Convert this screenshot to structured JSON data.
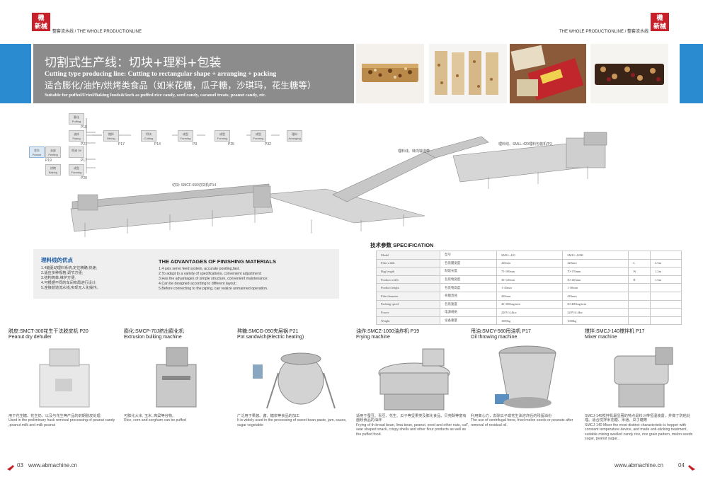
{
  "header": {
    "logo_text": "機械\n新",
    "left_title": "整套流水线 / THE WHOLE PRODUCTIONLINE",
    "right_title": "THE WHOLE PRODUCTIONLINE / 整套流水线"
  },
  "banner": {
    "title_cn": "切割式生产线：切块+理料+包装",
    "title_en": "Cutting type producing line:  Cutting to rectangular shape + arranging + packing",
    "sub_cn": "适合膨化/油炸/烘烤类食品（如米花糖，瓜子糖，沙琪玛，花生糖等）",
    "sub_en": "Suitable for puffed/Fried/Baking foods&Such as puffed rice candy, seed candy, caramel treats, peanut candy, etc."
  },
  "flow": {
    "row1": [
      {
        "name": "膨化 Puffing",
        "code": "P18"
      },
      {
        "name": "搅拌 Mixing",
        "code": "P17"
      },
      {
        "name": "切块 Cutting",
        "code": "P14"
      },
      {
        "name": "成型 Forming",
        "code": "P3"
      },
      {
        "name": "成型 Forming",
        "code": "P25"
      },
      {
        "name": "成型 Forming",
        "code": "P32"
      },
      {
        "name": "理料 Arranging",
        "code": ""
      }
    ],
    "row2": [
      {
        "name": "油炸 Frying",
        "code": "P21"
      },
      {
        "name": "甩油 Oil",
        "code": "P17"
      }
    ],
    "row3": [
      {
        "name": "去皮 Peeling",
        "code": "P19"
      },
      {
        "name": "烘烤 Baking",
        "code": "P20"
      }
    ],
    "left_box": {
      "name": "花生 Peanut",
      "code": "P19"
    },
    "label_cutter": "切块: SMCF-650切块机/P14",
    "label_arranger": "理料线、转向输送带",
    "label_packer": "理料线、SMLL-420理料包装机/P3"
  },
  "advantages": {
    "cn_title": "理料线的优点",
    "cn_items": [
      "1.4轴驱动理料系统,定位精确,快速;",
      "2.适应多种规格,调节方便;",
      "3.结构简单,维护方便;",
      "4.可根据不同的车间布局进行设计;",
      "5.连接前道流水线,实现无人化操作。"
    ],
    "en_title": "THE ADVANTAGES OF FINISHING MATERIALS",
    "en_items": [
      "1.4 axis servo feed system, accurate positing,fast.",
      "2.To adapt to a variety of specifications, convenient adjustment;",
      "3.Has the advantages of simple structure, convenient maintenance;",
      "4.Can be designed according to different layout;",
      "5.Before connecting to the piping, can realize unmanned operation."
    ]
  },
  "spec": {
    "title": "技术参数 SPECIFICATION",
    "rows": [
      [
        "Model",
        "型号",
        "SMLL-420",
        "SMLL-420K",
        "",
        ""
      ],
      [
        "Film width",
        "包装膜宽度",
        "420mm",
        "420mm",
        "L",
        "4.5m"
      ],
      [
        "Bag length",
        "制袋长度",
        "75-190mm",
        "70-170mm",
        "W",
        "1.2m"
      ],
      [
        "Product width",
        "包装物宽度",
        "30-140mm",
        "30-140mm",
        "H",
        "1.5m"
      ],
      [
        "Product height",
        "包装物高度",
        "1-45mm",
        "1-30mm",
        "",
        ""
      ],
      [
        "Film diameter",
        "卷膜直径",
        "420mm",
        "420mm",
        "",
        ""
      ],
      [
        "Packing speed",
        "包装速度",
        "40-300bag/min",
        "30-400bag/min",
        "",
        ""
      ],
      [
        "Power",
        "电源规格",
        "220V/4.4kw",
        "220V/4.4kw",
        "",
        ""
      ],
      [
        "Weight",
        "设备重量",
        "1000kg",
        "1000kg",
        "",
        ""
      ]
    ]
  },
  "machines": [
    {
      "title_cn": "脱皮:SMCT-300花生干法脱皮机 P20",
      "title_en": "Peanut dry dehuller",
      "desc_cn": "用于花生糖、花生奶、以及与花生等产品的前期脱皮处理",
      "desc_en": "Used in the preliminary husk removal processing of peanut candy ,peanut milk and milk peanut"
    },
    {
      "title_cn": "膨化:SMCP-70J挤出膨化机",
      "title_en": "Extrusion bulking machine",
      "desc_cn": "可膨化大米, 玉米, 高粱等谷物。",
      "desc_en": "Rice, corn and sorghum can be puffed"
    },
    {
      "title_cn": "熬糖:SMCG-050夹层锅 P21",
      "title_en": "Pot sandwich(Electric heating)",
      "desc_cn": "广泛用于果酱、酱、糖浆等食品的加工",
      "desc_en": "It is widely used in the processing of sweet bean paste, jam, sauce, sugar vegetable"
    },
    {
      "title_cn": "油炸:SMCZ-1000油炸机 P19",
      "title_en": "Frying machine",
      "desc_cn": "适用于蚕豆、青豆、花生、瓜子等坚果类及膨化食品、贝壳酥等富有面粉食品的油炸",
      "desc_en": "Frying of th broad bean, lima bean, peanut, seed and other nuts, cat\", sear shaped snack, crispy shells and other flour products as well as the puffed food."
    },
    {
      "title_cn": "甩油:SMCY-560甩油机 P17",
      "title_en": "Oil throwing machine",
      "desc_cn": "利用离心力，去除瓜子或花生油溶炸后的残留油份",
      "desc_en": "The use of centrifugal force, fried melon seeds or peanuts after removal of residual oil."
    },
    {
      "title_cn": "搅拌:SMCJ-140搅拌机 P17",
      "title_en": "Mixer machine",
      "desc_cn": "SMCJ-140搅拌机最显著的特点是料斗带恒温装置，并做了防粘处理。适合搅拌米花糖、米通、瓜子糖等",
      "desc_en": "SMCJ-140 Mixer the most distinct characteristic is hopper with constant temperature device, and made anti-sticking treatment, suitable mixing swelled candy rice, rice grain pattern, melon seeds sugar, peanut sugar..."
    }
  ],
  "footer": {
    "left_page": "03",
    "left_url": "www.abmachine.cn",
    "right_url": "www.abmachine.cn",
    "right_page": "04"
  },
  "colors": {
    "accent_blue": "#2a8bd0",
    "logo_red": "#c8202a",
    "banner_gray": "#8c8c8c"
  }
}
